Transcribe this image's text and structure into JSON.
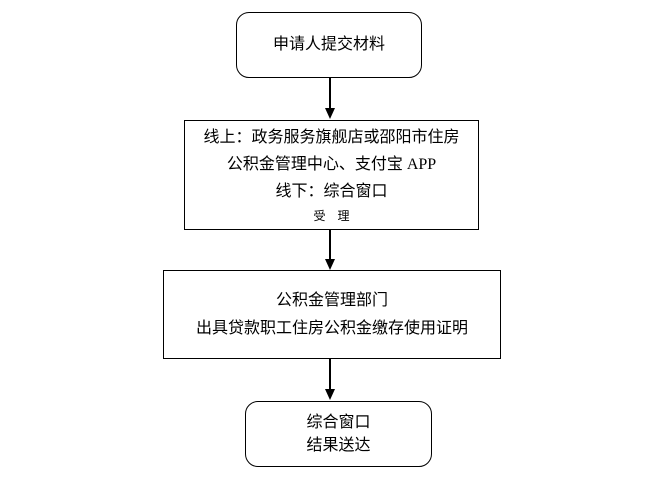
{
  "flowchart": {
    "type": "vertical-flowchart",
    "colors": {
      "border": "#000000",
      "text": "#000000",
      "canvas_background": "#ffffff",
      "node_background": "#ffffff"
    },
    "nodes": [
      {
        "id": "start",
        "shape": "rounded-rectangle",
        "lines": [
          "申请人提交材料"
        ]
      },
      {
        "id": "accept",
        "shape": "rectangle",
        "lines": [
          "线上：政务服务旗舰店或邵阳市住房",
          "公积金管理中心、支付宝 APP",
          "线下：综合窗口"
        ],
        "sublabel": "受　理"
      },
      {
        "id": "dept",
        "shape": "rectangle",
        "lines": [
          "公积金管理部门",
          "出具贷款职工住房公积金缴存使用证明"
        ]
      },
      {
        "id": "end",
        "shape": "rounded-rectangle",
        "lines": [
          "综合窗口",
          "结果送达"
        ]
      }
    ],
    "connectors": [
      {
        "from": "start",
        "to": "accept",
        "type": "arrow-down"
      },
      {
        "from": "accept",
        "to": "dept",
        "type": "arrow-down"
      },
      {
        "from": "dept",
        "to": "end",
        "type": "arrow-down"
      }
    ]
  }
}
